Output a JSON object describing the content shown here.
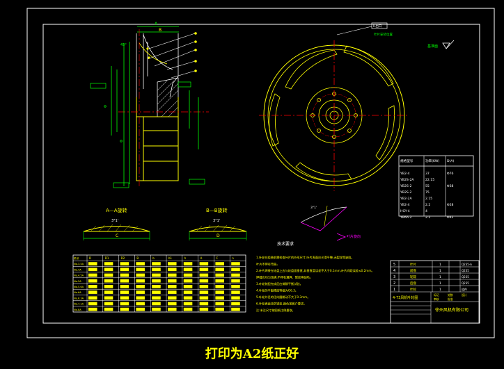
{
  "caption": "打印为A2纸正好",
  "palette": {
    "background": "#000000",
    "frame": "#ffffff",
    "yellow": "#ffff00",
    "green": "#00ff00",
    "red": "#ff0000",
    "magenta": "#ff00ff",
    "cyan": "#00ffff"
  },
  "views": {
    "section_labels": {
      "dim_a": "A",
      "dim_b": "B",
      "dim_c": "C",
      "dim_d": "D"
    },
    "section_a_title": "A—A旋转",
    "section_b_title": "B—B旋转",
    "angle_label": "3°1'",
    "rotation_note": "叶片旋向",
    "wheel_tag": "H出口",
    "wheel_note": "叶片安装位置",
    "flatness_label": "基准面",
    "rough_label": "6.3"
  },
  "spec_table": {
    "headers": [
      "规格型号",
      "功率(KW)",
      "D(A)"
    ],
    "rows": [
      [
        "YB2-4",
        "37",
        "Φ76"
      ],
      [
        "YB2S-2A",
        "22.15",
        ""
      ],
      [
        "YB2S-2",
        "55",
        "Φ38"
      ],
      [
        "YB2S-2",
        "75",
        ""
      ],
      [
        "YB2-2A",
        "2.15",
        ""
      ],
      [
        "YB2-4",
        "2.2",
        "Φ28"
      ],
      [
        "HGY-4",
        "4",
        ""
      ],
      [
        "YB6A-2",
        "2.2",
        "Φ42"
      ]
    ]
  },
  "tech_notes": {
    "title": "技术要求",
    "lines": [
      "1.叶轮在组装前需检查叶片的外形尺寸,叶片表面应光滑平整,无裂纹等缺陷。",
      "叶片不得有弯曲。",
      "2.叶片焊接在轮盘上应与轮盘面垂直,其垂直度误差不大于0.1mm,叶片间距误差≤0.2mm。",
      "焊缝应均匀饱满,不得有漏焊、裂纹等缺陷。",
      "3.叶轮装配完成后应做静平衡试验。",
      "4.叶轮的平衡精度等级为G6.3。",
      "5.叶轮外径的径向圆跳动不大于0.3mm。",
      "6.叶轮表面涂防锈漆,颜色按客户要求。",
      "注:未注尺寸按图纸比例量取。"
    ]
  },
  "title_block": {
    "drawing_name": "4-73风机叶轮图",
    "company": "徐州风机有限公司",
    "rows": [
      "5",
      "4",
      "3",
      "2",
      "1"
    ],
    "parts": [
      "叶片",
      "前盘",
      "轮毂",
      "后盘",
      "叶轮"
    ],
    "material": [
      "Q235-A",
      "Q235",
      "Q235",
      "Q235",
      "组件"
    ],
    "labels": [
      "标记",
      "处数",
      "设计",
      "审核",
      "批准"
    ]
  },
  "dimension_table": {
    "header": [
      "机号",
      "D",
      "D1",
      "D2",
      "B",
      "b",
      "b1",
      "h",
      "A",
      "C",
      "n"
    ],
    "rows": [
      [
        "No.3.5A",
        "",
        "",
        "",
        "",
        "",
        "",
        "",
        "",
        "",
        ""
      ],
      [
        "No.4A",
        "",
        "",
        "",
        "",
        "",
        "",
        "",
        "",
        "",
        ""
      ],
      [
        "No.4.5A",
        "",
        "",
        "",
        "",
        "",
        "",
        "",
        "",
        "",
        ""
      ],
      [
        "No.5A",
        "",
        "",
        "",
        "",
        "",
        "",
        "",
        "",
        "",
        ""
      ],
      [
        "No.5.6A",
        "",
        "",
        "",
        "",
        "",
        "",
        "",
        "",
        "",
        ""
      ],
      [
        "No.6A",
        "",
        "",
        "",
        "",
        "",
        "",
        "",
        "",
        "",
        ""
      ],
      [
        "No.6.3A",
        "",
        "",
        "",
        "",
        "",
        "",
        "",
        "",
        "",
        ""
      ],
      [
        "No.7.1A",
        "",
        "",
        "",
        "",
        "",
        "",
        "",
        "",
        "",
        ""
      ],
      [
        "No.8A",
        "",
        "",
        "",
        "",
        "",
        "",
        "",
        "",
        "",
        ""
      ]
    ]
  }
}
